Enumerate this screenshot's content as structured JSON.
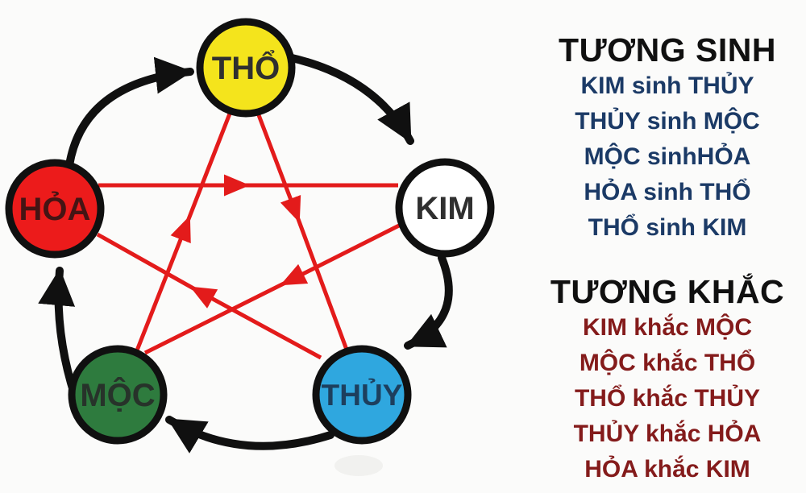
{
  "background": "#fbfbfa",
  "diagram": {
    "nodes": [
      {
        "id": "tho",
        "label": "THỔ",
        "color": "#f4e41c"
      },
      {
        "id": "kim",
        "label": "KIM",
        "color": "#ffffff"
      },
      {
        "id": "thuy",
        "label": "THỦY",
        "color": "#2fa7df"
      },
      {
        "id": "moc",
        "label": "MỘC",
        "color": "#2e7b3e"
      },
      {
        "id": "hoa",
        "label": "HỎA",
        "color": "#ec1b1b"
      }
    ],
    "generation_arrows": [
      "HỎA → THỔ",
      "THỔ → KIM",
      "KIM → THỦY",
      "THỦY → MỘC",
      "MỘC → HỎA"
    ],
    "overcoming_arrows": [
      "HỎA → KIM",
      "THỔ → THỦY",
      "KIM → MỘC",
      "THỦY → HỎA",
      "MỘC → THỔ"
    ],
    "colors": {
      "generation": "#101010",
      "overcoming": "#e31b1b",
      "node_border": "#101010"
    }
  },
  "panel": {
    "sinh": {
      "title": "TƯƠNG SINH",
      "color": "#1b3a66",
      "lines": [
        "KIM sinh THỦY",
        "THỦY sinh MỘC",
        "MỘC sinhHỎA",
        "HỎA sinh THỔ",
        "THỔ sinh KIM"
      ]
    },
    "khac": {
      "title": "TƯƠNG KHẮC",
      "color": "#841b1b",
      "lines": [
        "KIM khắc MỘC",
        "MỘC khắc THỔ",
        "THỔ khắc THỦY",
        "THỦY khắc HỎA",
        "HỎA khắc KIM"
      ]
    }
  }
}
